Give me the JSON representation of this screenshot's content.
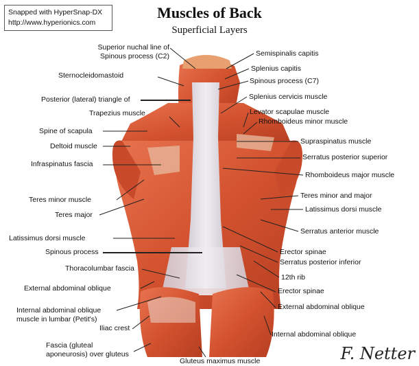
{
  "snapshot": {
    "line1": "Snapped with HyperSnap-DX",
    "line2": "http://www.hyperionics.com"
  },
  "title": "Muscles of Back",
  "subtitle": "Superficial Layers",
  "labels_left": {
    "superior_nuchal_1": "Superior nuchal line of",
    "superior_nuchal_2": "Spinous process (C2)",
    "sternocleidomastoid": "Sternocleidomastoid",
    "posterior_triangle": "Posterior (lateral) triangle of",
    "trapezius": "Trapezius muscle",
    "spine_scapula": "Spine of scapula",
    "deltoid": "Deltoid muscle",
    "infraspinatus": "Infraspinatus fascia",
    "teres_minor": "Teres minor muscle",
    "teres_major": "Teres major",
    "latissimus": "Latissimus dorsi muscle",
    "spinous_process": "Spinous process",
    "thoracolumbar": "Thoracolumbar fascia",
    "ext_oblique": "External abdominal oblique",
    "int_oblique_1": "Internal abdominal oblique",
    "int_oblique_2": "muscle in lumbar (Petit's)",
    "iliac_crest": "Iliac crest",
    "fascia_1": "Fascia (gluteal",
    "fascia_2": "aponeurosis) over gluteus"
  },
  "labels_right": {
    "semispinalis": "Semispinalis capitis",
    "splenius_capitis": "Splenius capitis",
    "spinous_c7": "Spinous process (C7)",
    "splenius_cervicis": "Splenius cervicis muscle",
    "levator": "Levator scapulae muscle",
    "rhomboid_minor": "Rhomboideus minor muscle",
    "supraspinatus": "Supraspinatus muscle",
    "serratus_post_sup": "Serratus posterior superior",
    "rhomboid_major": "Rhomboideus major muscle",
    "teres_minor_major": "Teres minor and major",
    "latissimus": "Latissimus dorsi muscle",
    "serratus_ant": "Serratus anterior muscle",
    "erector_1": "Erector spinae",
    "serratus_post_inf": "Serratus posterior inferior",
    "rib12": "12th rib",
    "erector_2": "Erector spinae",
    "ext_oblique": "External abdominal oblique",
    "int_oblique": "Internal abdominal oblique"
  },
  "label_bottom": "Gluteus maximus muscle",
  "signature": "F. Netter",
  "colors": {
    "muscle": "#d9583a",
    "muscle_dark": "#b73e24",
    "fascia": "#e6e2e6",
    "leader": "#222222"
  }
}
